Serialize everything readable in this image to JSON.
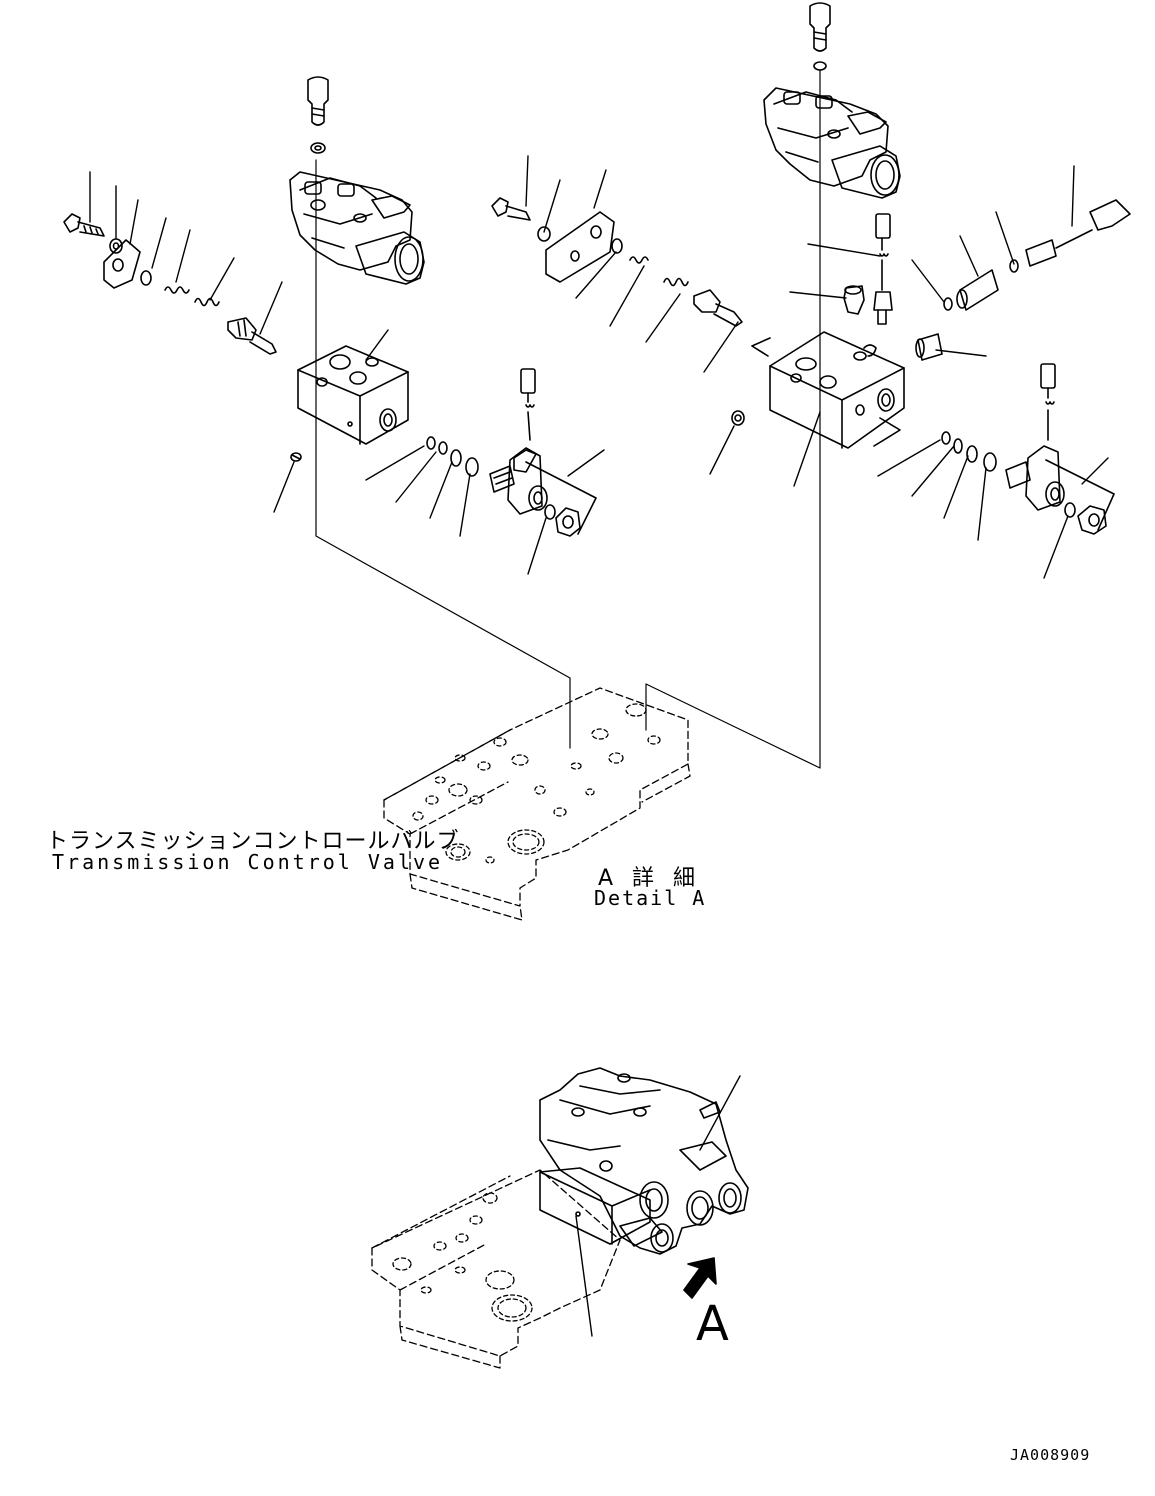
{
  "diagram": {
    "labels": {
      "transmission_control_valve_jp": "トランスミッションコントロールバルブ",
      "transmission_control_valve_en": "Transmission Control Valve",
      "detail_a_jp": "A 詳 細",
      "detail_a_en": "Detail A",
      "view_arrow_label": "A",
      "drawing_number": "JA008909"
    }
  }
}
